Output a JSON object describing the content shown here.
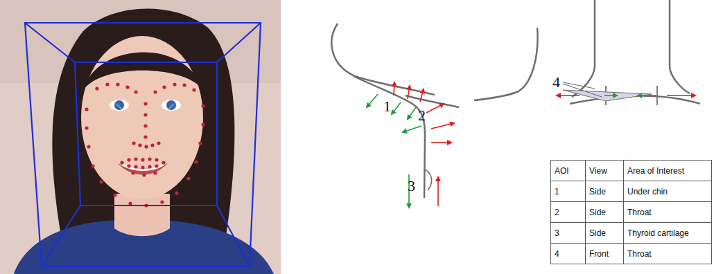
{
  "diagram": {
    "labels": [
      "1",
      "2",
      "3",
      "4",
      "AOI",
      "View",
      "Area of Interest",
      "1",
      "Side",
      "Under chin",
      "2",
      "Side",
      "Throat",
      "3",
      "Side",
      "Thyroid cartilage",
      "4",
      "Front",
      "Throat"
    ]
  }
}
